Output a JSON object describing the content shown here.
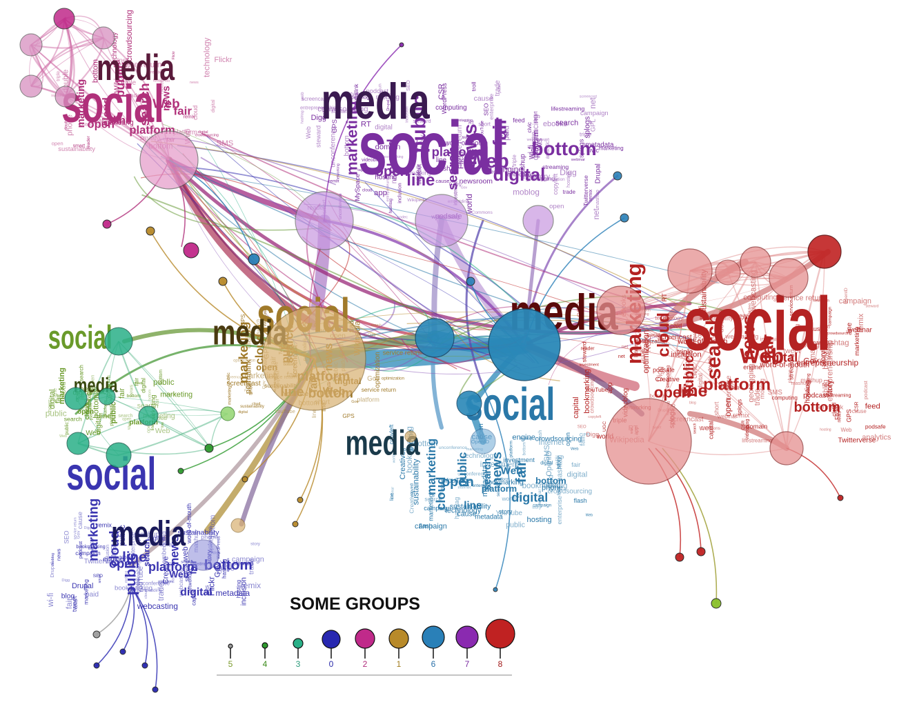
{
  "clouds": [
    {
      "id": "magenta",
      "color": "#b0307a",
      "big": [
        "social",
        "media"
      ],
      "mid": [
        "marketing",
        "open",
        "cloud",
        "line",
        "public",
        "platform",
        "search",
        "Web",
        "news",
        "fair"
      ],
      "small": [
        "bottom",
        "digital",
        "sustainability",
        "Wikipedia",
        "SMS",
        "crowdsourcing",
        "remix",
        "triple",
        "smart",
        "double",
        "Flickr",
        "reader",
        "technology",
        "short",
        "phone",
        "Twitterverse",
        "service return"
      ]
    },
    {
      "id": "purple",
      "color": "#7a2fa0",
      "big": [
        "social",
        "media"
      ],
      "mid": [
        "marketing",
        "open",
        "cloud",
        "line",
        "public",
        "platform",
        "search",
        "Web",
        "news",
        "digital",
        "fair",
        "bottom"
      ],
      "small": [
        "Digg",
        "Gov",
        "capital",
        "Drupal",
        "story",
        "embedding",
        "moblog",
        "podsafe",
        "SEO",
        "trade",
        "mashup",
        "webcasting",
        "videoblog",
        "screencast",
        "inclusion",
        "cause",
        "RT",
        "steward",
        "unconference",
        "geotagging",
        "civic",
        "hosting",
        "word-of-mouth",
        "lifestreaming",
        "entrepreneurship",
        "smart",
        "net",
        "splogs",
        "remix",
        "triple",
        "bookmarking",
        "hashtag",
        "campaign",
        "copyleft",
        "flash",
        "app",
        "blog",
        "engine",
        "GPS",
        "tweet",
        "analytics",
        "optimization",
        "sustainability",
        "networking",
        "crowdsourcing",
        "conferencing",
        "reader",
        "short",
        "Wikipedia",
        "CSR",
        "service return",
        "podcast",
        "computing",
        "webinar",
        "permalink",
        "GPL",
        "domain",
        "OpenID",
        "enterprise",
        "Internet",
        "investment",
        "YouTube",
        "metadata",
        "ebooks",
        "SMS",
        "Commons",
        "NGO",
        "video",
        "Twitterverse",
        "codec",
        "web",
        "Creative",
        "world",
        "wi-fi",
        "MySpace",
        "tag",
        "feed",
        "paid",
        "WordPress",
        "UGC",
        "phone",
        "troll",
        "Flickr",
        "wiki",
        "newsroom",
        "streaming"
      ]
    },
    {
      "id": "gold",
      "color": "#a07a2a",
      "big": [
        "social",
        "media"
      ],
      "mid": [
        "marketing",
        "open",
        "cloud",
        "line",
        "public",
        "platform",
        "search",
        "bottom",
        "fair",
        "Web",
        "news",
        "digital"
      ],
      "small": [
        "Digg",
        "Gov",
        "GPS",
        "sustainability",
        "Wikipedia",
        "Twitterverse",
        "service return",
        "optimization",
        "screencast",
        "YouTube",
        "permalink",
        "trade",
        "short"
      ]
    },
    {
      "id": "green",
      "color": "#6a9a2a",
      "big": [
        "social",
        "media"
      ],
      "mid": [
        "marketing",
        "open",
        "cloud",
        "line",
        "public",
        "platform"
      ],
      "small": [
        "search",
        "Web",
        "news",
        "fair",
        "digital",
        "bottom"
      ]
    },
    {
      "id": "teal",
      "color": "#2a78a8",
      "big": [
        "social",
        "media"
      ],
      "mid": [
        "marketing",
        "open",
        "cloud",
        "line",
        "public",
        "platform",
        "search",
        "Web",
        "news",
        "digital",
        "fair",
        "bottom"
      ],
      "small": [
        "story",
        "bookmarking",
        "hashtag",
        "campaign",
        "copyleft",
        "flash",
        "sustainability",
        "hosting",
        "cause",
        "engine",
        "GPS",
        "unconference",
        "OpenID",
        "enterprise",
        "Internet",
        "investment",
        "crowdsourcing",
        "YouTube",
        "metadata",
        "webinar",
        "SMS",
        "technology",
        "phone",
        "Creative",
        "world"
      ]
    },
    {
      "id": "red",
      "color": "#b42222",
      "big": [
        "social",
        "media"
      ],
      "mid": [
        "marketing",
        "open",
        "cloud",
        "line",
        "public",
        "platform",
        "search",
        "Web",
        "news",
        "digital",
        "fair",
        "bottom"
      ],
      "small": [
        "Digg",
        "Gov",
        "capital",
        "Drupal",
        "story",
        "embedding",
        "moblog",
        "podsafe",
        "SEO",
        "trade",
        "mashup",
        "webcasting",
        "videoblog",
        "screencast",
        "inclusion",
        "cause",
        "RT",
        "steward",
        "geotagging",
        "civic",
        "hosting",
        "word-of-mouth",
        "lifestreaming",
        "entrepreneurship",
        "smart",
        "net",
        "splogs",
        "remix",
        "triple",
        "bookmarking",
        "hashtag",
        "campaign",
        "copyleft",
        "flash",
        "app",
        "blog",
        "engine",
        "tweet",
        "analytics",
        "optimization",
        "sustainability",
        "networking",
        "crowdsourcing",
        "reader",
        "short",
        "Wikipedia",
        "CSR",
        "service return",
        "podcast",
        "computing",
        "webinar",
        "permalink",
        "domain",
        "OpenID",
        "enterprise",
        "Internet",
        "investment",
        "YouTube",
        "metadata",
        "ebooks",
        "SMS",
        "Commons",
        "NGO",
        "video",
        "Twitterverse",
        "codec",
        "web",
        "Creative",
        "world",
        "wi-fi",
        "MySpace",
        "tag",
        "feed",
        "paid",
        "WordPress",
        "UGC",
        "phone",
        "troll",
        "Flickr",
        "wiki",
        "newsroom",
        "streaming",
        "RSS",
        "double",
        "technology",
        "GPS",
        "double"
      ]
    },
    {
      "id": "blue",
      "color": "#3a35b0",
      "big": [
        "social",
        "media"
      ],
      "mid": [
        "marketing",
        "open",
        "cloud",
        "line",
        "public",
        "platform",
        "search",
        "Web",
        "news",
        "digital",
        "fair",
        "bottom"
      ],
      "small": [
        "Digg",
        "Gov",
        "capital",
        "Drupal",
        "story",
        "embedding",
        "moblog",
        "SEO",
        "trade",
        "mashup",
        "webcasting",
        "videoblog",
        "inclusion",
        "cause",
        "steward",
        "unconference",
        "hosting",
        "word-of-mouth",
        "smart",
        "remix",
        "triple",
        "bookmarking",
        "hashtag",
        "campaign",
        "app",
        "blog",
        "engine",
        "GPS",
        "tweet",
        "analytics",
        "sustainability",
        "networking",
        "Wikipedia",
        "service return",
        "podcast",
        "OpenID",
        "enterprise",
        "YouTube",
        "metadata",
        "SMS",
        "Twitterverse",
        "web",
        "Creative",
        "wi-fi",
        "paid",
        "WordPress",
        "UGC",
        "phone",
        "Flickr"
      ]
    }
  ],
  "legend": {
    "title": "SOME GROUPS",
    "groups": [
      {
        "label": "5",
        "color": "#9a9a9a",
        "label_color": "#7a9a2a"
      },
      {
        "label": "4",
        "color": "#2e9a2e",
        "label_color": "#3a8a1a"
      },
      {
        "label": "3",
        "color": "#2ab088",
        "label_color": "#2a9a7a"
      },
      {
        "label": "0",
        "color": "#2828b0",
        "label_color": "#2828a8"
      },
      {
        "label": "2",
        "color": "#c02a8a",
        "label_color": "#b02a7a"
      },
      {
        "label": "1",
        "color": "#b88a2a",
        "label_color": "#a07a1a"
      },
      {
        "label": "6",
        "color": "#2a80b8",
        "label_color": "#2a70a8"
      },
      {
        "label": "7",
        "color": "#8a2ab0",
        "label_color": "#7a2aa0"
      },
      {
        "label": "8",
        "color": "#c02222",
        "label_color": "#a01818"
      }
    ]
  }
}
